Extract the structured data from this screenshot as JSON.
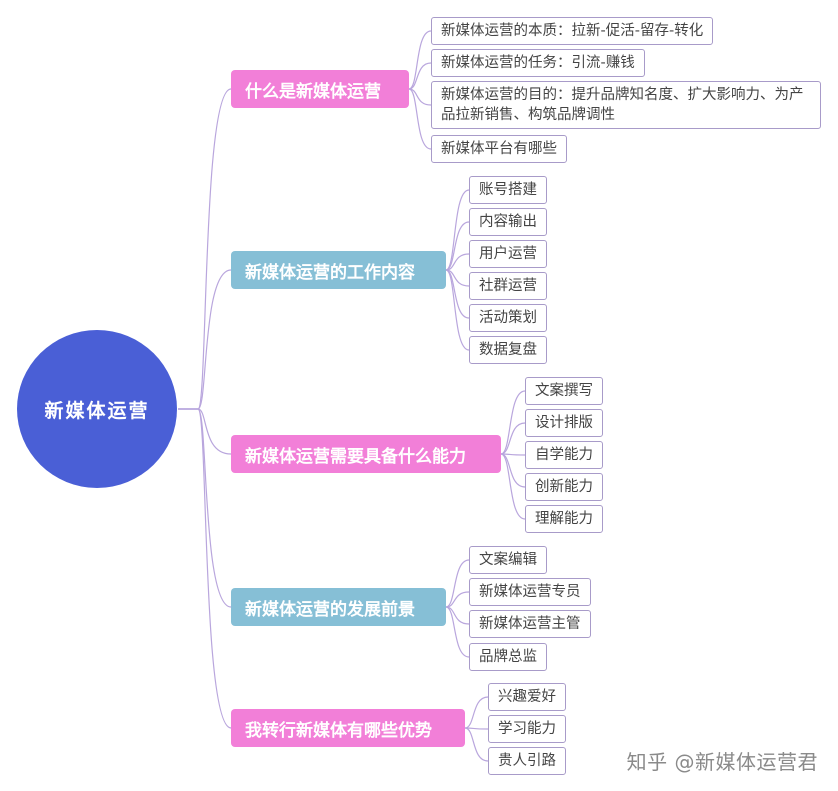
{
  "root": {
    "label": "新媒体运营"
  },
  "colors": {
    "root": "#4a5fd6",
    "pink": "#f27fd8",
    "blue": "#86bfd6",
    "connector": "#b9a6dd",
    "leaf_border": "#a89bc9"
  },
  "branches": [
    {
      "label": "什么是新媒体运营",
      "color": "pink",
      "leaves": [
        "新媒体运营的本质：拉新-促活-留存-转化",
        "新媒体运营的任务：引流-赚钱",
        "新媒体运营的目的：提升品牌知名度、扩大影响力、为产品拉新销售、构筑品牌调性",
        "新媒体平台有哪些"
      ]
    },
    {
      "label": "新媒体运营的工作内容",
      "color": "blue",
      "leaves": [
        "账号搭建",
        "内容输出",
        "用户运营",
        "社群运营",
        "活动策划",
        "数据复盘"
      ]
    },
    {
      "label": "新媒体运营需要具备什么能力",
      "color": "pink",
      "leaves": [
        "文案撰写",
        "设计排版",
        "自学能力",
        "创新能力",
        "理解能力"
      ]
    },
    {
      "label": "新媒体运营的发展前景",
      "color": "blue",
      "leaves": [
        "文案编辑",
        "新媒体运营专员",
        "新媒体运营主管",
        "品牌总监"
      ]
    },
    {
      "label": "我转行新媒体有哪些优势",
      "color": "pink",
      "leaves": [
        "兴趣爱好",
        "学习能力",
        "贵人引路"
      ]
    }
  ],
  "watermark": "知乎 @新媒体运营君"
}
